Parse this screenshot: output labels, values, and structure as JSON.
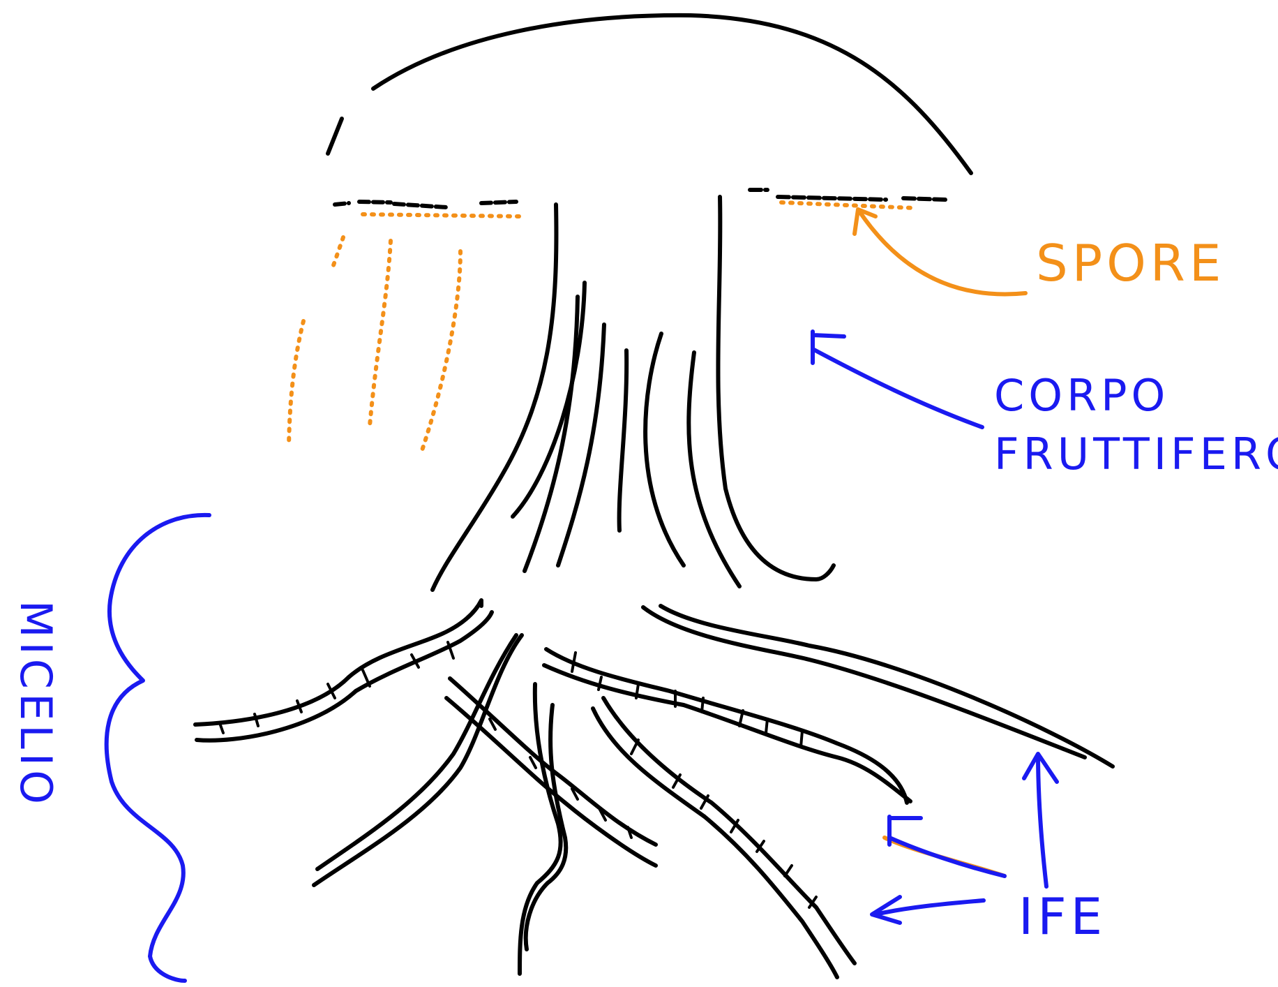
{
  "labels": {
    "spore": "SPORE",
    "corpo_line1": "CORPO",
    "corpo_line2": "FRUTTIFERO",
    "micelio": "MICELIO",
    "ife": "IFE"
  },
  "colors": {
    "ink": "#000000",
    "orange": "#f39019",
    "blue": "#1a1af0"
  }
}
